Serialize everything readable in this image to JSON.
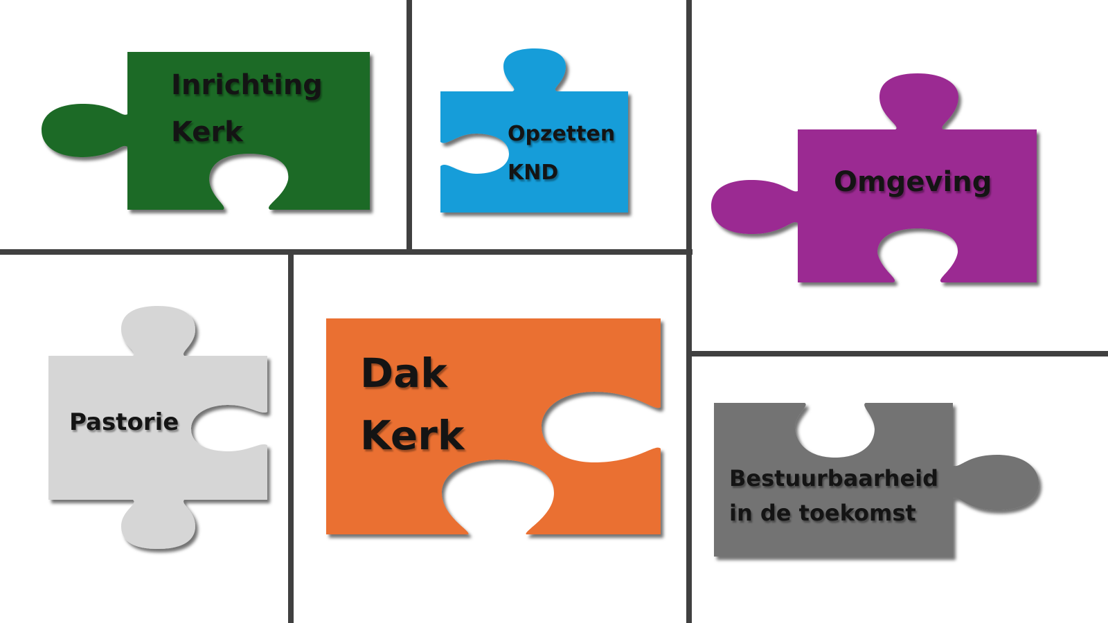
{
  "pieces": {
    "inrichting": {
      "line1": "Inrichting",
      "line2": "Kerk",
      "color": "#1e6b27"
    },
    "opzetten": {
      "line1": "Opzetten",
      "line2": "KND",
      "color": "#139dd9"
    },
    "omgeving": {
      "line1": "Omgeving",
      "color": "#9b2a92"
    },
    "pastorie": {
      "line1": "Pastorie",
      "color": "#d6d6d6"
    },
    "dak": {
      "line1": "Dak",
      "line2": "Kerk",
      "color": "#ea7032"
    },
    "bestuur": {
      "line1": "Bestuurbaarheid",
      "line2": "in de toekomst",
      "color": "#737373"
    }
  },
  "colors": {
    "divider": "#404040",
    "background": "#ffffff",
    "text": "#141414"
  }
}
